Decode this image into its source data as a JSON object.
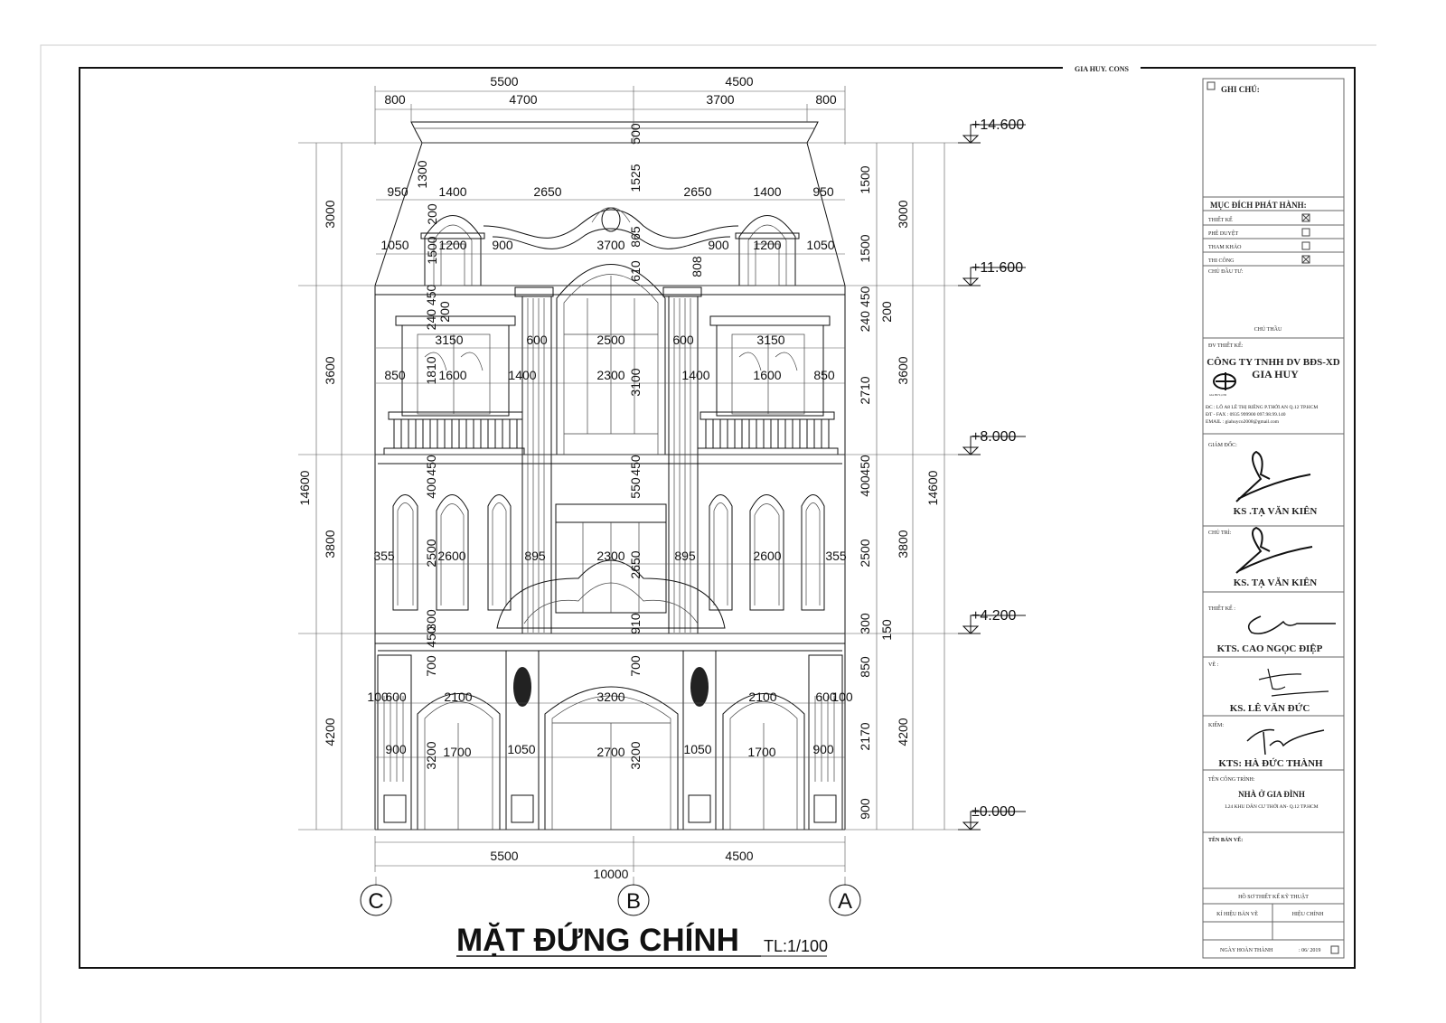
{
  "header_tag": "GIA   HUY. CONS",
  "drawing": {
    "title": "MẶT ĐỨNG CHÍNH",
    "scale": "TL:1/100",
    "grid_axes": [
      "C",
      "B",
      "A"
    ],
    "levels": [
      "+14.600",
      "+11.600",
      "+8.000",
      "+4.200",
      "±0.000"
    ],
    "dims": [
      "5500",
      "4500",
      "800",
      "4700",
      "3700",
      "800",
      "5500",
      "4500",
      "10000",
      "3000",
      "3600",
      "3800",
      "4200",
      "14600",
      "3000",
      "3600",
      "3800",
      "4200",
      "14600",
      "1500",
      "1500",
      "200",
      "240 450",
      "2710",
      "450",
      "400",
      "2500",
      "300",
      "150",
      "850",
      "2170",
      "900",
      "950",
      "1400",
      "2650",
      "2650",
      "1400",
      "950",
      "1050",
      "1200",
      "900",
      "3700",
      "900",
      "1200",
      "1050",
      "3150",
      "600",
      "2500",
      "600",
      "3150",
      "850",
      "1600",
      "1400",
      "2300",
      "1400",
      "1600",
      "850",
      "355",
      "2600",
      "895",
      "2300",
      "895",
      "2600",
      "355",
      "100",
      "600",
      "2100",
      "3200",
      "2100",
      "600",
      "100",
      "900",
      "1700",
      "1050",
      "2700",
      "1050",
      "1700",
      "900",
      "500",
      "1525",
      "865",
      "610",
      "808",
      "1300",
      "200",
      "1500",
      "3100",
      "450",
      "550",
      "2650",
      "910",
      "700",
      "3200",
      "3200",
      "700",
      "450",
      "300",
      "2500",
      "400",
      "450",
      "1810",
      "240 450",
      "200"
    ]
  },
  "title_block": {
    "notes_label": "GHI CHÚ:",
    "purpose_label": "MỤC ĐÍCH PHÁT HÀNH:",
    "purposes": [
      {
        "label": "THIẾT KẾ",
        "checked": true
      },
      {
        "label": "PHÊ DUYỆT",
        "checked": false
      },
      {
        "label": "THAM KHẢO",
        "checked": false
      },
      {
        "label": "THI CÔNG",
        "checked": true
      }
    ],
    "investor_label": "CHỦ ĐẦU TƯ:",
    "investor_sign": "CHỦ THẦU",
    "designer_unit_label": "ĐV THIẾT KẾ:",
    "company_line1": "CÔNG TY TNHH DV BĐS-XD",
    "company_line2": "GIA HUY",
    "logo_text": "GIA HUY.,LTD",
    "address": "ĐC : LÔ A8 LÊ THỊ RIÊNG P.THỚI AN Q.12 TP.HCM",
    "phone": "ĐT - FAX : 0935 999900        097.98.99.140",
    "email": "EMAIL      : giahuyco2008@gmail.com",
    "signers": [
      {
        "role": "GIÁM ĐỐC:",
        "name": "KS .TẠ VĂN KIÊN"
      },
      {
        "role": "CHỦ TRÌ:",
        "name": "KS. TẠ VĂN KIÊN"
      },
      {
        "role": "THIẾT KẾ :",
        "name": "KTS. CAO NGỌC ĐIỆP"
      },
      {
        "role": "VẼ :",
        "name": "KS. LÊ VĂN ĐỨC"
      },
      {
        "role": "KIỂM:",
        "name": "KTS: HÀ ĐỨC THÀNH"
      }
    ],
    "project_label": "TÊN CÔNG TRÌNH:",
    "project_name": "NHÀ Ở GIA ĐÌNH",
    "project_address": "L24  KHU DÂN CƯ THỚI AN- Q.12 TP.HCM",
    "sheet_name_label": "TÊN BẢN VẼ:",
    "dossier": "HỒ SƠ THIẾT KẾ KỸ THUẬT",
    "sheet_code_label": "KÍ HIỆU BẢN VẼ",
    "revision_label": "HIỆU CHỈNH",
    "completion_label": "NGÀY HOÀN THÀNH",
    "completion_date": ": 06/ 2019"
  }
}
